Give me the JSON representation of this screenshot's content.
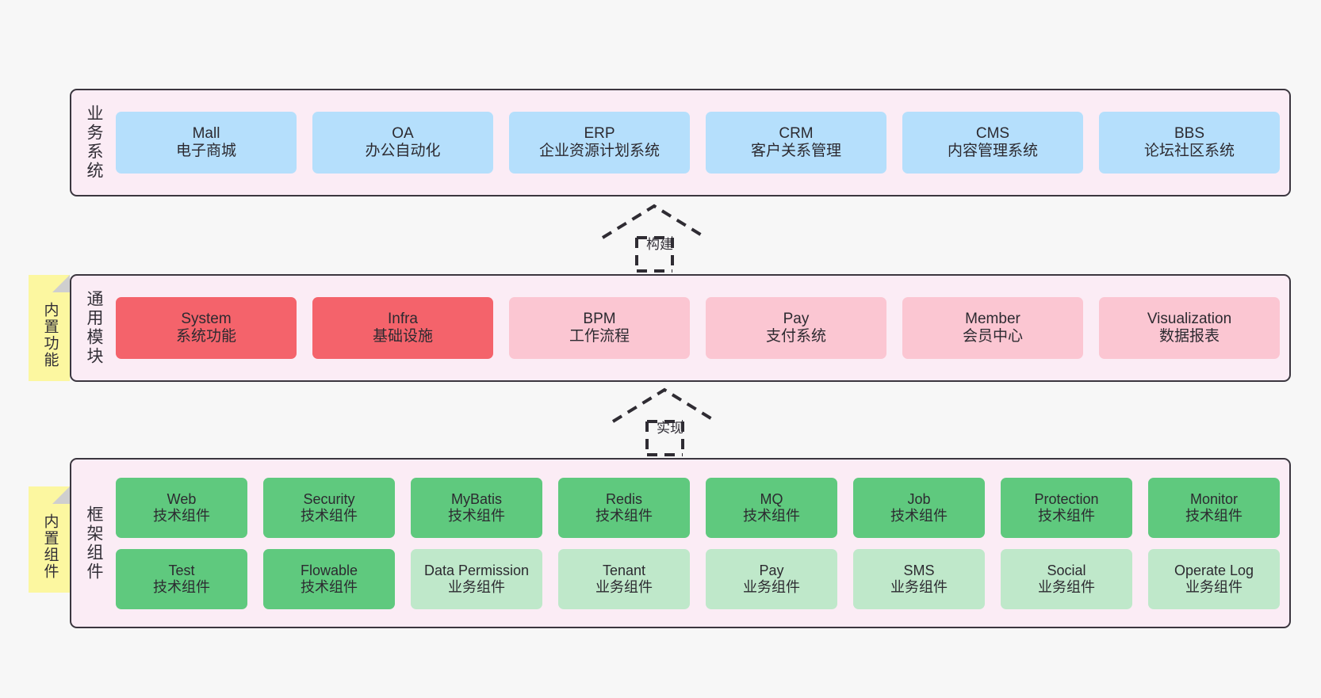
{
  "diagram": {
    "background_color": "#f7f7f7",
    "panel_color": "#fbecf5",
    "panel_border_color": "#3b363f",
    "sticky_color": "#fcf7a0"
  },
  "layers": [
    {
      "id": "business",
      "title": "业务系统",
      "accent": "#b5dffc",
      "rows": [
        [
          {
            "title": "Mall",
            "sub": "电子商城",
            "style": "blue"
          },
          {
            "title": "OA",
            "sub": "办公自动化",
            "style": "blue"
          },
          {
            "title": "ERP",
            "sub": "企业资源计划系统",
            "style": "blue"
          },
          {
            "title": "CRM",
            "sub": "客户关系管理",
            "style": "blue"
          },
          {
            "title": "CMS",
            "sub": "内容管理系统",
            "style": "blue"
          },
          {
            "title": "BBS",
            "sub": "论坛社区系统",
            "style": "blue"
          }
        ]
      ]
    },
    {
      "id": "modules",
      "title": "通用模块",
      "sticky": "内置功能",
      "accent": "#f4636b",
      "rows": [
        [
          {
            "title": "System",
            "sub": "系统功能",
            "style": "strong"
          },
          {
            "title": "Infra",
            "sub": "基础设施",
            "style": "strong"
          },
          {
            "title": "BPM",
            "sub": "工作流程",
            "style": "soft"
          },
          {
            "title": "Pay",
            "sub": "支付系统",
            "style": "soft"
          },
          {
            "title": "Member",
            "sub": "会员中心",
            "style": "soft"
          },
          {
            "title": "Visualization",
            "sub": "数据报表",
            "style": "soft"
          }
        ]
      ]
    },
    {
      "id": "framework",
      "title": "框架组件",
      "sticky": "内置组件",
      "accent": "#5fc97e",
      "rows": [
        [
          {
            "title": "Web",
            "sub": "技术组件",
            "style": "tech"
          },
          {
            "title": "Security",
            "sub": "技术组件",
            "style": "tech"
          },
          {
            "title": "MyBatis",
            "sub": "技术组件",
            "style": "tech"
          },
          {
            "title": "Redis",
            "sub": "技术组件",
            "style": "tech"
          },
          {
            "title": "MQ",
            "sub": "技术组件",
            "style": "tech"
          },
          {
            "title": "Job",
            "sub": "技术组件",
            "style": "tech"
          },
          {
            "title": "Protection",
            "sub": "技术组件",
            "style": "tech"
          },
          {
            "title": "Monitor",
            "sub": "技术组件",
            "style": "tech"
          }
        ],
        [
          {
            "title": "Test",
            "sub": "技术组件",
            "style": "tech"
          },
          {
            "title": "Flowable",
            "sub": "技术组件",
            "style": "tech"
          },
          {
            "title": "Data Permission",
            "sub": "业务组件",
            "style": "biz"
          },
          {
            "title": "Tenant",
            "sub": "业务组件",
            "style": "biz"
          },
          {
            "title": "Pay",
            "sub": "业务组件",
            "style": "biz"
          },
          {
            "title": "SMS",
            "sub": "业务组件",
            "style": "biz"
          },
          {
            "title": "Social",
            "sub": "业务组件",
            "style": "biz"
          },
          {
            "title": "Operate Log",
            "sub": "业务组件",
            "style": "biz"
          }
        ]
      ]
    }
  ],
  "connectors": [
    {
      "id": "build",
      "label": "构建",
      "style": "dashed-generalization"
    },
    {
      "id": "impl",
      "label": "实现",
      "style": "dashed-generalization"
    }
  ]
}
